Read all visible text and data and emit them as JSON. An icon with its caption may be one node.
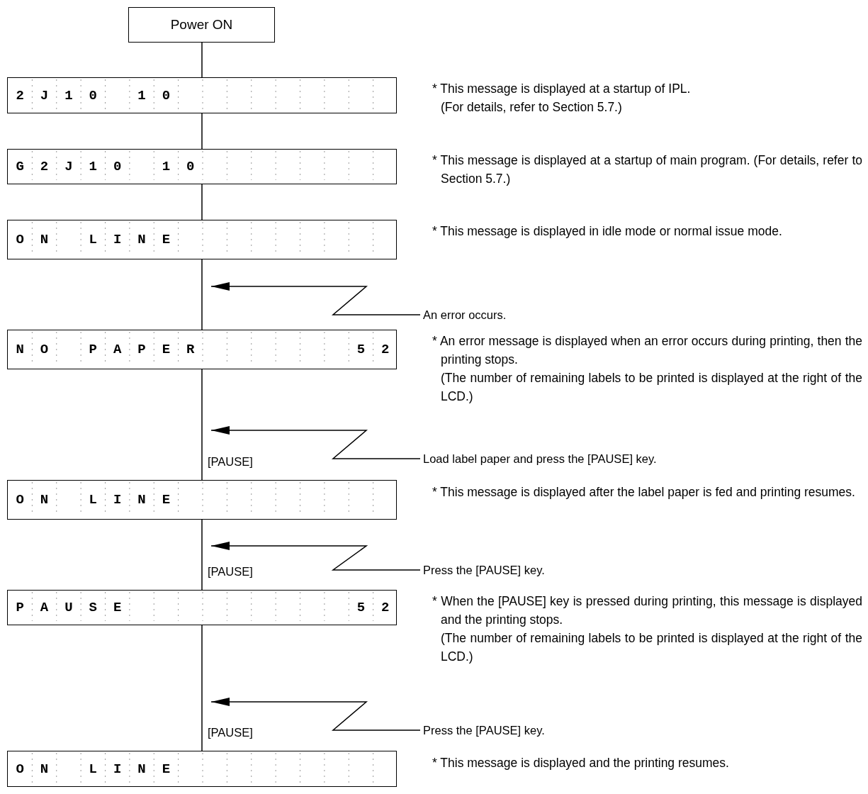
{
  "diagram": {
    "nodes": [
      {
        "text": [
          "Power ON"
        ]
      },
      {
        "text": [
          "2J10 10"
        ],
        "beside": [
          "* This message is displayed at a startup of IPL.",
          "(For details, refer to Section 5.7.)"
        ]
      },
      {
        "text": [
          "G2J10 10"
        ],
        "beside": [
          "* This message is displayed at a startup of main program. (For details, refer to Section 5.7.)"
        ]
      },
      {
        "text": [
          "ON LINE"
        ],
        "beside": [
          "* This message is displayed in idle mode or normal issue mode."
        ]
      },
      {
        "text": [
          "NO PAPER",
          "52"
        ],
        "beside": [
          "* An error message is displayed when an error occurs during printing, then the printing stops.",
          "(The number of remaining labels to be printed is displayed at the right of the LCD.)"
        ]
      },
      {
        "text": [
          "ON LINE"
        ]
      },
      {
        "text": [
          "PAUSE",
          "52"
        ],
        "beside": [
          "* When the [PAUSE] key is pressed during printing, this message is displayed and the printing stops.",
          "(The number of remaining labels to be printed is displayed at the right of the LCD.)"
        ]
      },
      {
        "text": [
          "ON LINE"
        ]
      },
      {
        "text": [
          "An error occurs."
        ]
      },
      {
        "text": [
          "Load label paper and press the [PAUSE] key."
        ]
      },
      {
        "text": [
          "Press the [PAUSE] key."
        ]
      },
      {
        "text": [
          "Press the [PAUSE] key."
        ]
      }
    ],
    "edges": [
      {
        "from": 0,
        "to": 1,
        "arrow": "none"
      },
      {
        "from": 1,
        "to": 2,
        "arrow": "none"
      },
      {
        "from": 2,
        "to": 3,
        "arrow": "none"
      },
      {
        "from": 3,
        "to": 4,
        "arrow": "none"
      },
      {
        "from": 4,
        "to": 5,
        "arrow": "none",
        "label": "[PAUSE]"
      },
      {
        "from": 5,
        "to": 6,
        "arrow": "none",
        "label": "[PAUSE]"
      },
      {
        "from": 6,
        "to": 7,
        "arrow": "none",
        "label": "[PAUSE]"
      },
      {
        "from": 8,
        "to": null,
        "arrow": "to"
      },
      {
        "from": 9,
        "to": null,
        "arrow": "to"
      },
      {
        "from": 10,
        "to": null,
        "arrow": "to"
      },
      {
        "from": 11,
        "to": null,
        "arrow": "to"
      }
    ],
    "labels": [
      "* This message is displayed after the label paper is fed and printing resumes.",
      "* This message is displayed and the printing resumes."
    ]
  }
}
